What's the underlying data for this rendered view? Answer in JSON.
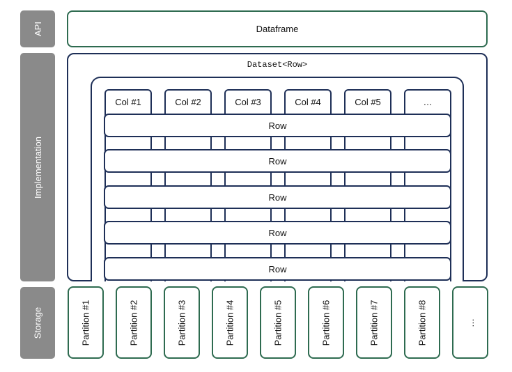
{
  "side_labels": {
    "api": "API",
    "implementation": "Implementation",
    "storage": "Storage"
  },
  "api_box": "Dataframe",
  "dataset_label": "Dataset<Row>",
  "columns": [
    "Col #1",
    "Col #2",
    "Col #3",
    "Col #4",
    "Col #5",
    "…"
  ],
  "rows": [
    "Row",
    "Row",
    "Row",
    "Row",
    "Row"
  ],
  "partitions": [
    "Partition #1",
    "Partition #2",
    "Partition #3",
    "Partition #4",
    "Partition #5",
    "Partition #6",
    "Partition #7",
    "Partition #8",
    "…"
  ],
  "colors": {
    "side_bar": "#8a8a8a",
    "green_border": "#2e6b50",
    "navy_border": "#1e2f57"
  }
}
